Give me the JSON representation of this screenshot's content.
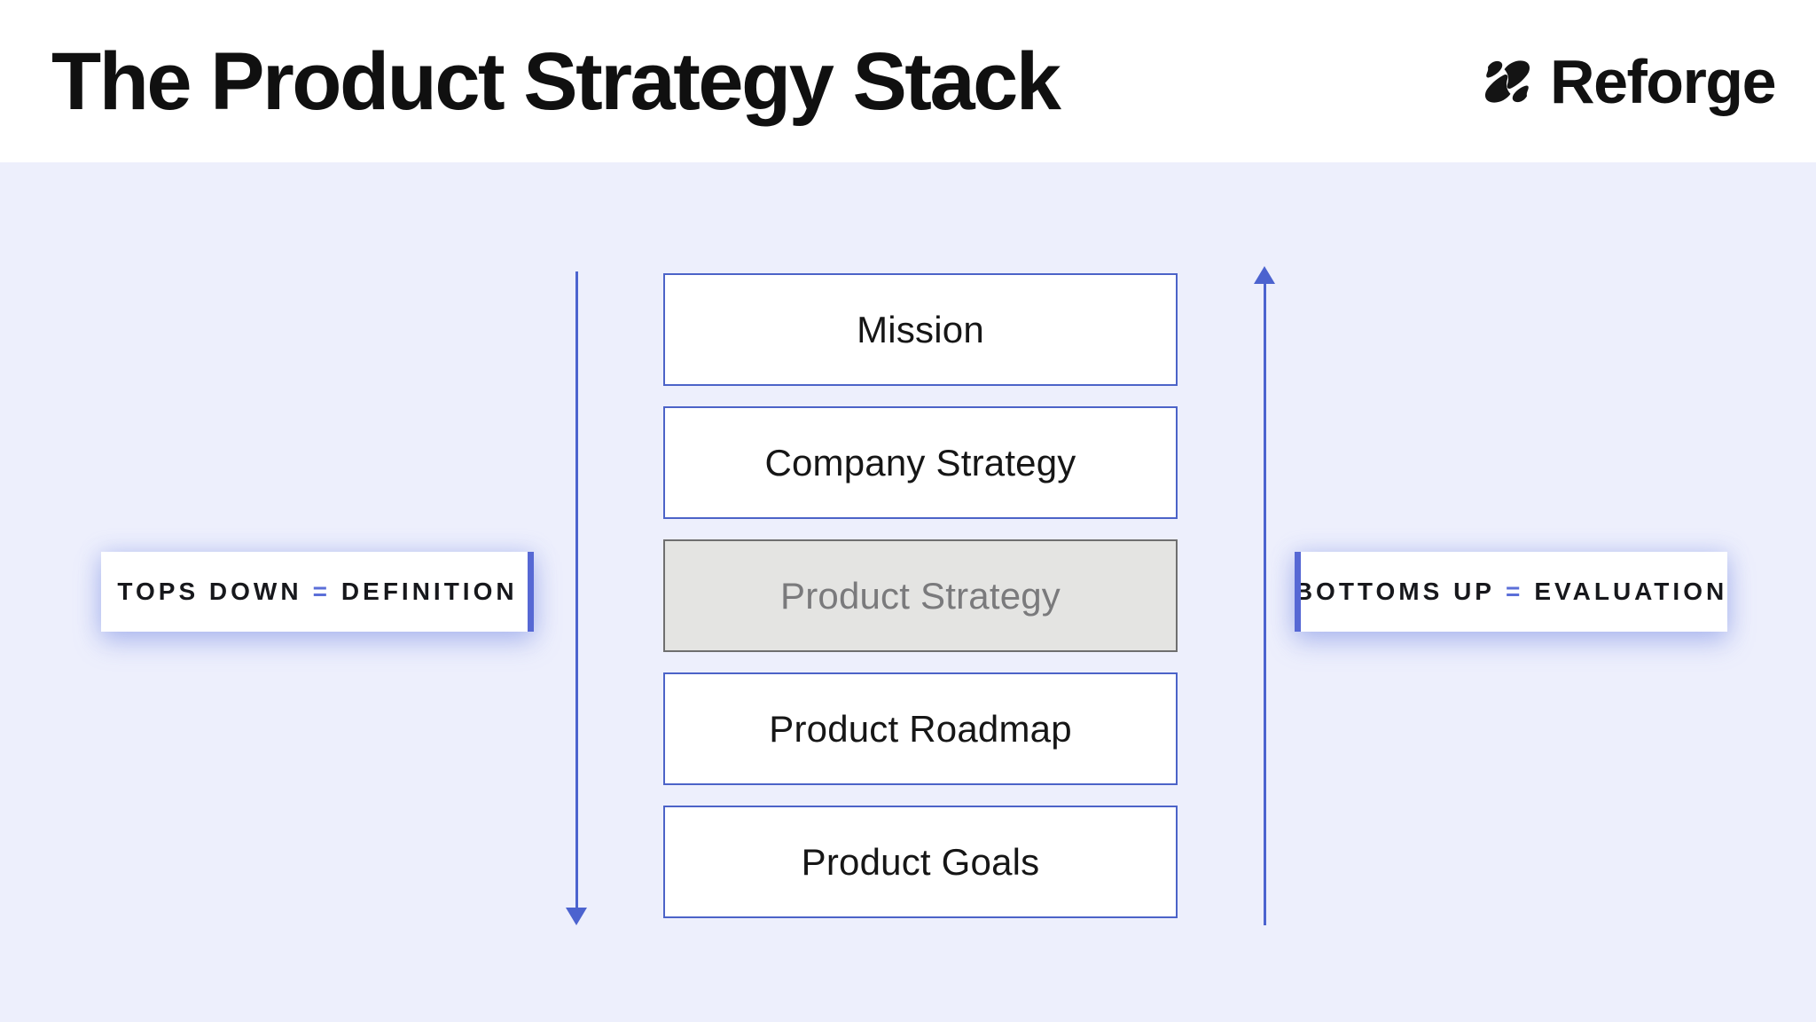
{
  "header": {
    "title": "The Product Strategy Stack",
    "brand_name": "Reforge",
    "logo_icon": "reforge-logo-mark"
  },
  "stack": {
    "items": [
      {
        "label": "Mission",
        "highlighted": false
      },
      {
        "label": "Company Strategy",
        "highlighted": false
      },
      {
        "label": "Product Strategy",
        "highlighted": true
      },
      {
        "label": "Product Roadmap",
        "highlighted": false
      },
      {
        "label": "Product Goals",
        "highlighted": false
      }
    ]
  },
  "flows": {
    "left": {
      "term": "TOPS DOWN",
      "equals": "=",
      "result": "DEFINITION",
      "direction": "down",
      "arrow_icon": "arrow-down-icon"
    },
    "right": {
      "term": "BOTTOMS UP",
      "equals": "=",
      "result": "EVALUATION",
      "direction": "up",
      "arrow_icon": "arrow-up-icon"
    }
  },
  "colors": {
    "page_background": "#edeffc",
    "header_background": "#ffffff",
    "accent_blue": "#4c63cf",
    "box_border_blue": "#4c63c8",
    "edge_bar_blue": "#5668d4",
    "equals_blue": "#5b6fd8",
    "muted_box_fill": "#e4e4e2",
    "muted_box_border": "#6f6f6f",
    "muted_text": "#7a7a7c",
    "text": "#111111"
  }
}
